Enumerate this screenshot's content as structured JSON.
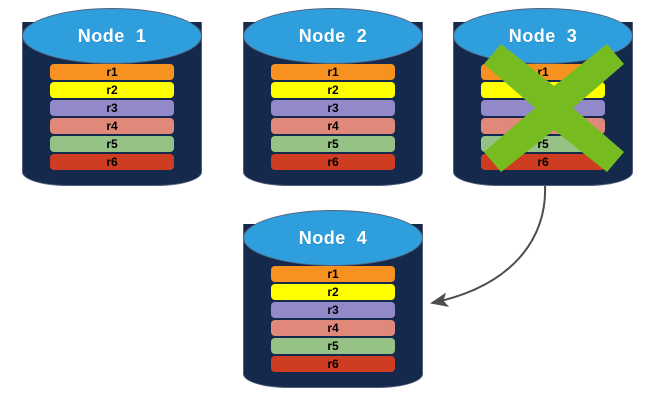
{
  "diagram": {
    "title_prefix": "Node",
    "row_labels": [
      "r1",
      "r2",
      "r3",
      "r4",
      "r5",
      "r6"
    ],
    "row_colors": [
      "#f79221",
      "#ffff00",
      "#9289c9",
      "#e0887a",
      "#97c285",
      "#ce3d21"
    ],
    "colors": {
      "cylinder_body": "#15294d",
      "cylinder_top": "#2e9fdc",
      "cylinder_outline": "#55617c",
      "x_mark": "#76bc21",
      "arrow": "#4d4d4d",
      "background": "#ffffff",
      "title_text": "#ffffff",
      "row_text": "#000000"
    },
    "nodes": [
      {
        "id": "node-1",
        "title": "Node  1",
        "failed": false,
        "rows": [
          "r1",
          "r2",
          "r3",
          "r4",
          "r5",
          "r6"
        ]
      },
      {
        "id": "node-2",
        "title": "Node  2",
        "failed": false,
        "rows": [
          "r1",
          "r2",
          "r3",
          "r4",
          "r5",
          "r6"
        ]
      },
      {
        "id": "node-3",
        "title": "Node  3",
        "failed": true,
        "rows": [
          "r1",
          "r2",
          "r3",
          "r4",
          "r5",
          "r6"
        ]
      },
      {
        "id": "node-4",
        "title": "Node  4",
        "failed": false,
        "rows": [
          "r1",
          "r2",
          "r3",
          "r4",
          "r5",
          "r6"
        ]
      }
    ],
    "arrow": {
      "from_node": "node-3",
      "to_node": "node-4",
      "label": ""
    }
  }
}
